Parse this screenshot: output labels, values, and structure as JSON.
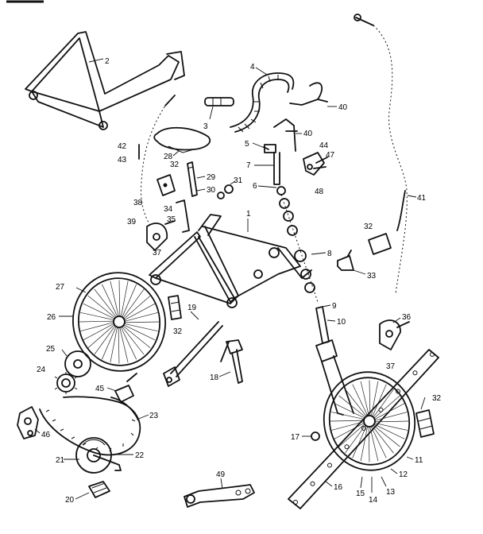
{
  "callouts": [
    {
      "id": "c2",
      "text": "2"
    },
    {
      "id": "c3",
      "text": "3"
    },
    {
      "id": "c4",
      "text": "4"
    },
    {
      "id": "c5",
      "text": "5"
    },
    {
      "id": "c7",
      "text": "7"
    },
    {
      "id": "c6",
      "text": "6"
    },
    {
      "id": "c40a",
      "text": "40"
    },
    {
      "id": "c40b",
      "text": "40"
    },
    {
      "id": "c44",
      "text": "44"
    },
    {
      "id": "c47",
      "text": "47"
    },
    {
      "id": "c48",
      "text": "48"
    },
    {
      "id": "c41",
      "text": "41"
    },
    {
      "id": "c42",
      "text": "42"
    },
    {
      "id": "c43",
      "text": "43"
    },
    {
      "id": "c28",
      "text": "28"
    },
    {
      "id": "c32a",
      "text": "32"
    },
    {
      "id": "c29",
      "text": "29"
    },
    {
      "id": "c30",
      "text": "30"
    },
    {
      "id": "c31",
      "text": "31"
    },
    {
      "id": "c38",
      "text": "38"
    },
    {
      "id": "c34",
      "text": "34"
    },
    {
      "id": "c35",
      "text": "35"
    },
    {
      "id": "c39",
      "text": "39"
    },
    {
      "id": "c37a",
      "text": "37"
    },
    {
      "id": "c1",
      "text": "1"
    },
    {
      "id": "c8",
      "text": "8"
    },
    {
      "id": "c32b",
      "text": "32"
    },
    {
      "id": "c33",
      "text": "33"
    },
    {
      "id": "c27",
      "text": "27"
    },
    {
      "id": "c26",
      "text": "26"
    },
    {
      "id": "c32c",
      "text": "32"
    },
    {
      "id": "c19",
      "text": "19"
    },
    {
      "id": "c9",
      "text": "9"
    },
    {
      "id": "c10",
      "text": "10"
    },
    {
      "id": "c36",
      "text": "36"
    },
    {
      "id": "c37b",
      "text": "37"
    },
    {
      "id": "c25",
      "text": "25"
    },
    {
      "id": "c24",
      "text": "24"
    },
    {
      "id": "c18",
      "text": "18"
    },
    {
      "id": "c45",
      "text": "45"
    },
    {
      "id": "c32d",
      "text": "32"
    },
    {
      "id": "c46",
      "text": "46"
    },
    {
      "id": "c23",
      "text": "23"
    },
    {
      "id": "c17",
      "text": "17"
    },
    {
      "id": "c22",
      "text": "22"
    },
    {
      "id": "c21",
      "text": "21"
    },
    {
      "id": "c11",
      "text": "11"
    },
    {
      "id": "c12",
      "text": "12"
    },
    {
      "id": "c49",
      "text": "49"
    },
    {
      "id": "c16",
      "text": "16"
    },
    {
      "id": "c13",
      "text": "13"
    },
    {
      "id": "c15",
      "text": "15"
    },
    {
      "id": "c14",
      "text": "14"
    },
    {
      "id": "c20",
      "text": "20"
    }
  ]
}
